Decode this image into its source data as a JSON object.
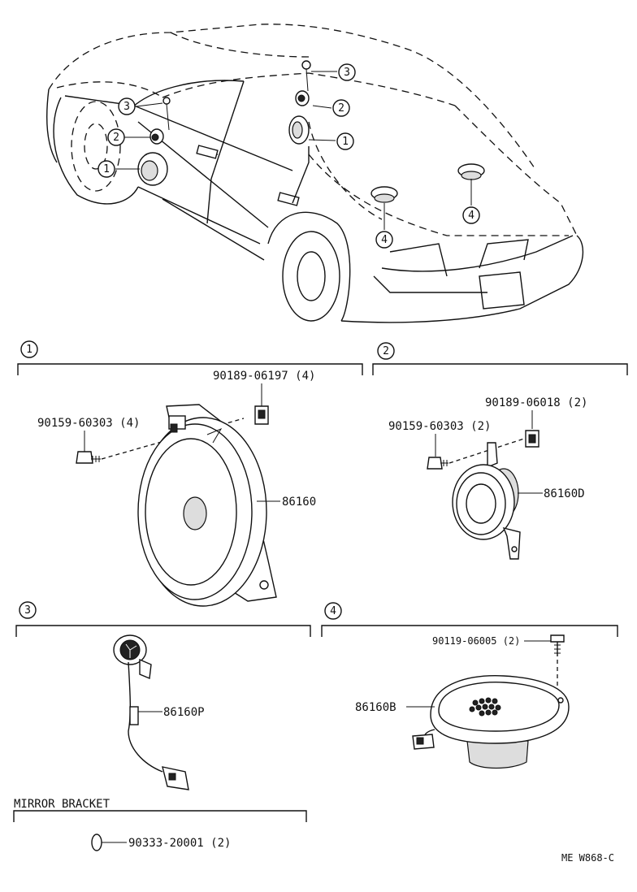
{
  "callouts": {
    "c1": "1",
    "c2": "2",
    "c3": "3",
    "c4": "4"
  },
  "sections": {
    "s1": {
      "marker": "1",
      "parts": {
        "bolt": "90159-60303 (4)",
        "nut": "90189-06197 (4)",
        "speaker": "86160"
      }
    },
    "s2": {
      "marker": "2",
      "parts": {
        "bolt": "90159-60303 (2)",
        "nut": "90189-06018 (2)",
        "speaker": "86160D"
      }
    },
    "s3": {
      "marker": "3",
      "parts": {
        "tweeter": "86160P"
      }
    },
    "s4": {
      "marker": "4",
      "parts": {
        "screw": "90119-06005 (2)",
        "speaker": "86160B"
      }
    },
    "mirror": {
      "title": "MIRROR BRACKET",
      "part": "90333-20001 (2)"
    }
  },
  "footer": {
    "code": "ME W868-C"
  }
}
